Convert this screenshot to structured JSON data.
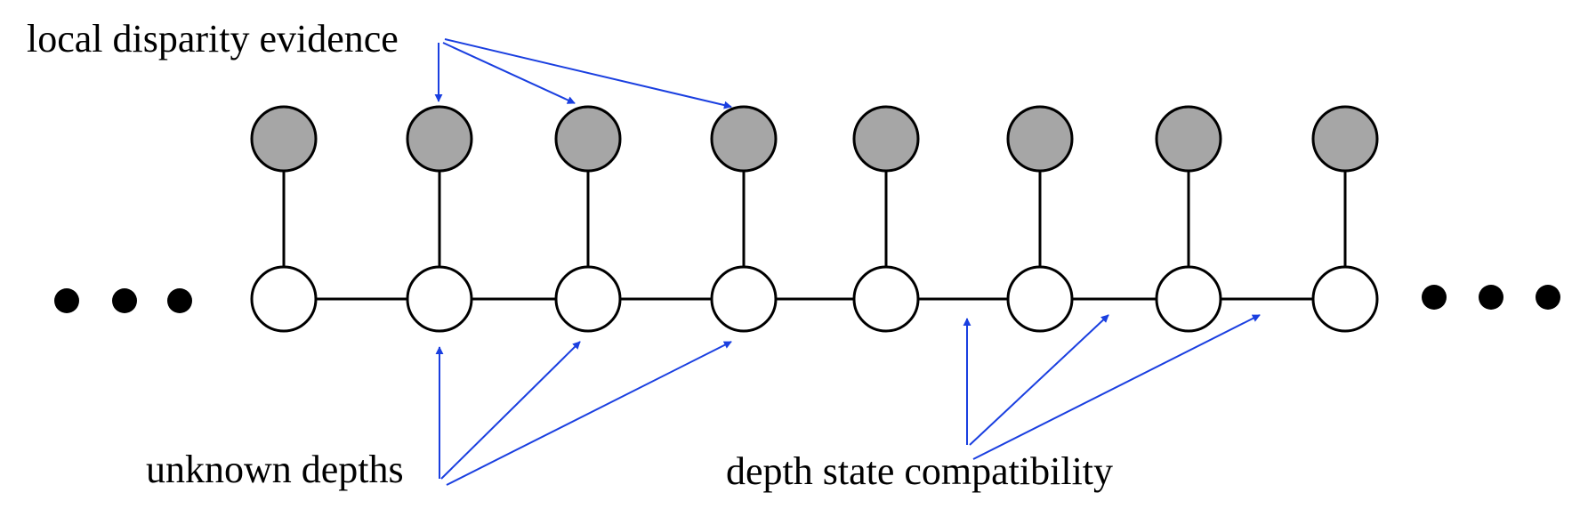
{
  "labels": {
    "evidence": "local disparity evidence",
    "unknown": "unknown depths",
    "compat": "depth state compatibility"
  },
  "colors": {
    "observed_fill": "#a6a6a6",
    "hidden_fill": "#ffffff",
    "stroke": "#000000",
    "arrow": "#1a3fe0"
  },
  "graph": {
    "observed_node_count": 8,
    "hidden_node_count": 8,
    "ellipsis_dots_each_side": 3
  }
}
